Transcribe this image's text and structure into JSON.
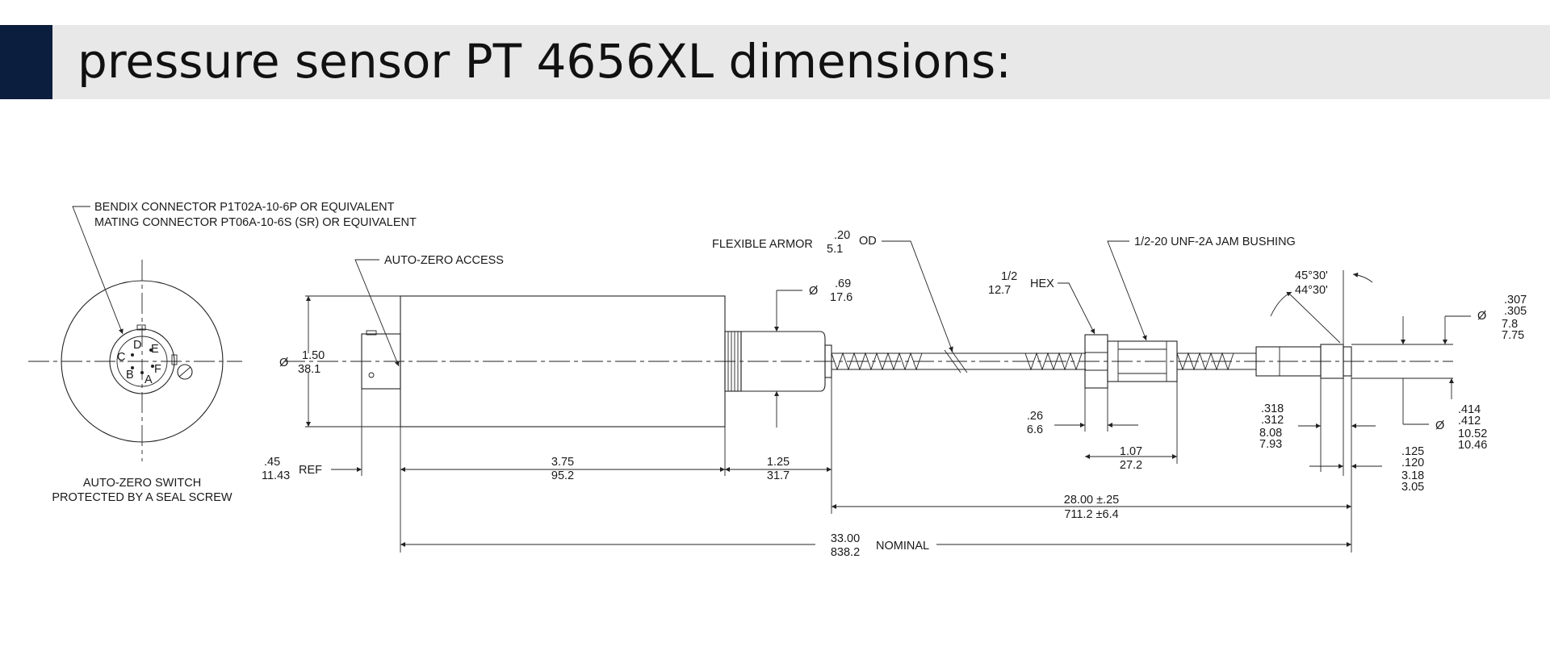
{
  "page": {
    "title": "pressure sensor PT 4656XL dimensions:"
  },
  "colors": {
    "accent": "#0c1e3d",
    "title_band": "#e8e8e8",
    "line": "#222222"
  },
  "drawing": {
    "connector_label_1": "BENDIX CONNECTOR P1T02A-10-6P OR EQUIVALENT",
    "connector_label_2": "MATING CONNECTOR PT06A-10-6S (SR) OR EQUIVALENT",
    "pins": {
      "a": "A",
      "b": "B",
      "c": "C",
      "d": "D",
      "e": "E",
      "f": "F"
    },
    "switch_label_1": "AUTO-ZERO SWITCH",
    "switch_label_2": "PROTECTED BY A SEAL SCREW",
    "auto_zero_access": "AUTO-ZERO ACCESS",
    "diameter_symbol": "Ø",
    "body_dia_in": "1.50",
    "body_dia_mm": "38.1",
    "ref_in": ".45",
    "ref_mm": "11.43",
    "ref_label": "REF",
    "body_len_in": "3.75",
    "body_len_mm": "95.2",
    "neck_len_in": "1.25",
    "neck_len_mm": "31.7",
    "neck_dia_in": ".69",
    "neck_dia_mm": "17.6",
    "armor_label": "FLEXIBLE ARMOR",
    "armor_in": ".20",
    "armor_mm": "5.1",
    "armor_od": "OD",
    "hex_in": "1/2",
    "hex_mm": "12.7",
    "hex_label": "HEX",
    "bushing_label": "1/2-20 UNF-2A JAM BUSHING",
    "hex_thk_in": ".26",
    "hex_thk_mm": "6.6",
    "bushing_len_in": "1.07",
    "bushing_len_mm": "27.2",
    "cable_len_in": "28.00 ±.25",
    "cable_len_mm": "711.2 ±6.4",
    "total_len_in": "33.00",
    "total_len_mm": "838.2",
    "nominal_label": "NOMINAL",
    "angle_1": "45°30'",
    "angle_2": "44°30'",
    "tip_dia_in_1": ".307",
    "tip_dia_in_2": ".305",
    "tip_dia_mm_1": "7.8",
    "tip_dia_mm_2": "7.75",
    "shoulder_dia_in_1": ".414",
    "shoulder_dia_in_2": ".412",
    "shoulder_dia_mm_1": "10.52",
    "shoulder_dia_mm_2": "10.46",
    "nose_in_1": ".318",
    "nose_in_2": ".312",
    "nose_mm_1": "8.08",
    "nose_mm_2": "7.93",
    "tip_len_in_1": ".125",
    "tip_len_in_2": ".120",
    "tip_len_mm_1": "3.18",
    "tip_len_mm_2": "3.05"
  }
}
